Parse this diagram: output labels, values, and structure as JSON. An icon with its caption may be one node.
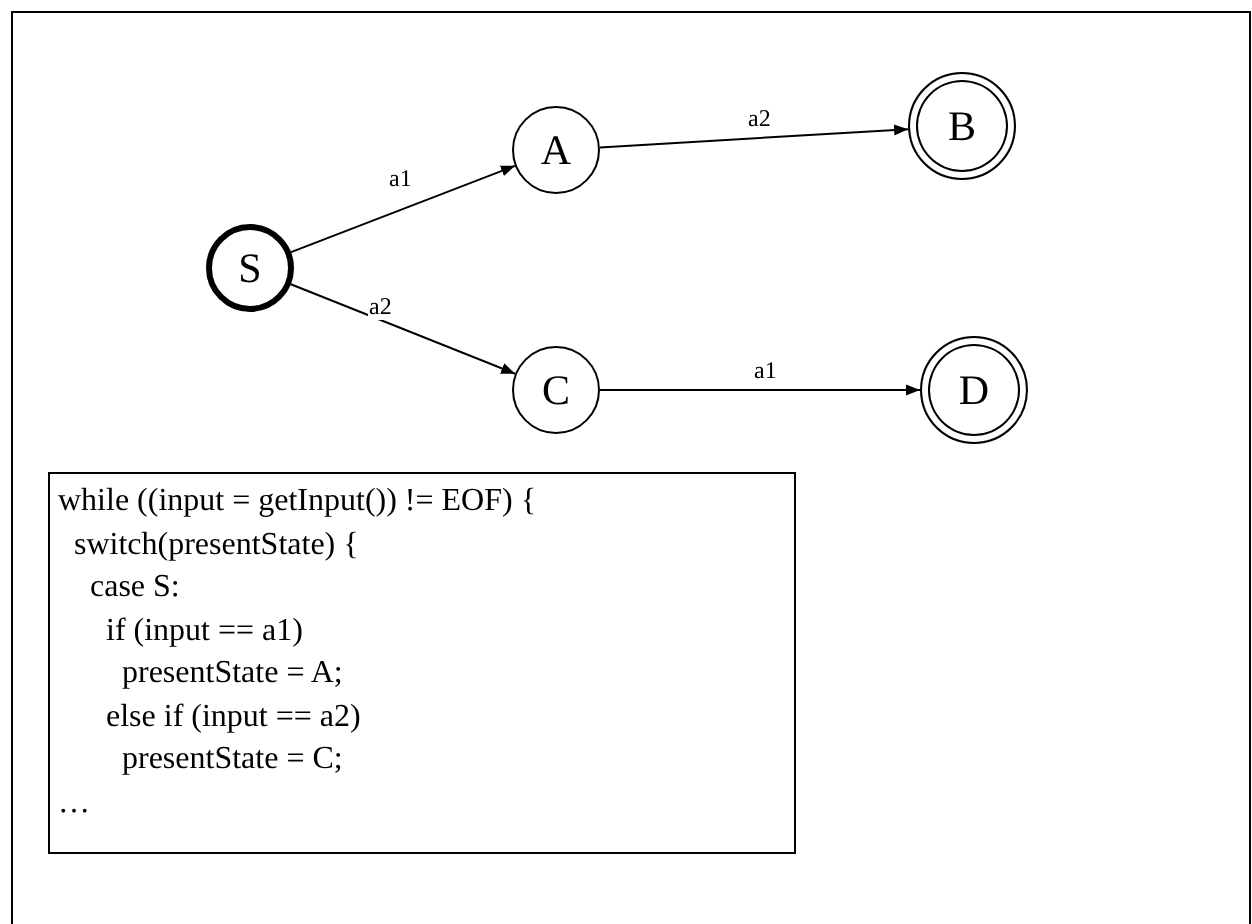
{
  "diagram": {
    "nodes": [
      {
        "text": [
          "S"
        ]
      },
      {
        "text": [
          "A"
        ]
      },
      {
        "text": [
          "B"
        ]
      },
      {
        "text": [
          "C"
        ]
      },
      {
        "text": [
          "D"
        ]
      },
      {
        "text": [
          "while ((input = getInput()) != EOF) {",
          "switch(presentState) {",
          "case S:",
          "if (input == a1)",
          "presentState = A;",
          "else if (input == a2)",
          "presentState = C;",
          "…"
        ]
      }
    ],
    "edges": [
      {
        "from": 0,
        "to": 1,
        "label": "a1",
        "arrow": "to"
      },
      {
        "from": 1,
        "to": 2,
        "label": "a2",
        "arrow": "to"
      },
      {
        "from": 0,
        "to": 3,
        "label": "a2",
        "arrow": "to"
      },
      {
        "from": 3,
        "to": 4,
        "label": "a1",
        "arrow": "to"
      }
    ]
  }
}
